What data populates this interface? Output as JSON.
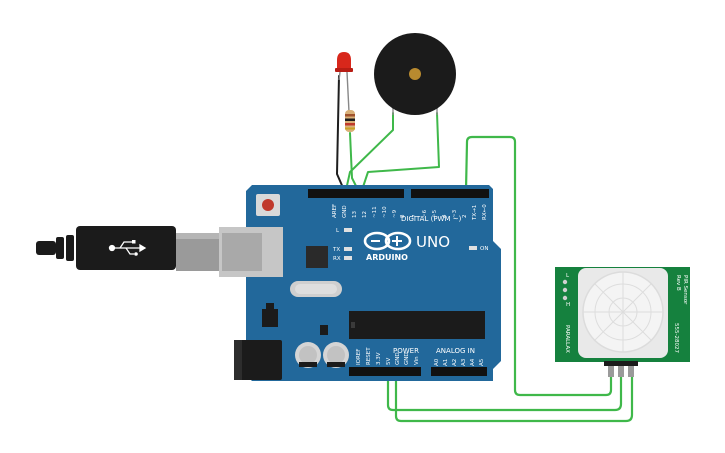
{
  "arduino": {
    "model": "UNO",
    "brand": "ARDUINO",
    "section_digital": "DIGITAL (PWM ~)",
    "section_power": "POWER",
    "section_analog": "ANALOG IN",
    "on_label": "ON",
    "led_l": "L",
    "led_tx": "TX",
    "led_rx": "RX",
    "digital_pins": [
      "AREF",
      "GND",
      "13",
      "12",
      "~11",
      "~10",
      "~9",
      "8",
      "7",
      "~6",
      "~5",
      "4",
      "~3",
      "2",
      "TX→1",
      "RX←0"
    ],
    "power_pins": [
      "IOREF",
      "RESET",
      "3.3V",
      "5V",
      "GND",
      "GND",
      "Vin"
    ],
    "analog_pins": [
      "A0",
      "A1",
      "A2",
      "A3",
      "A4",
      "A5"
    ]
  },
  "pir": {
    "side_left": "PARALLAX",
    "side_right": "555-28027",
    "title_right": "PIR Sensor",
    "rev": "Rev B",
    "jumpers": [
      "L",
      "H"
    ]
  },
  "colors": {
    "board": "#22689b",
    "wire": "#3fb84a",
    "wire_dark": "#1e1e1e",
    "pcb_green": "#15813e",
    "led_red": "#d8271b"
  }
}
